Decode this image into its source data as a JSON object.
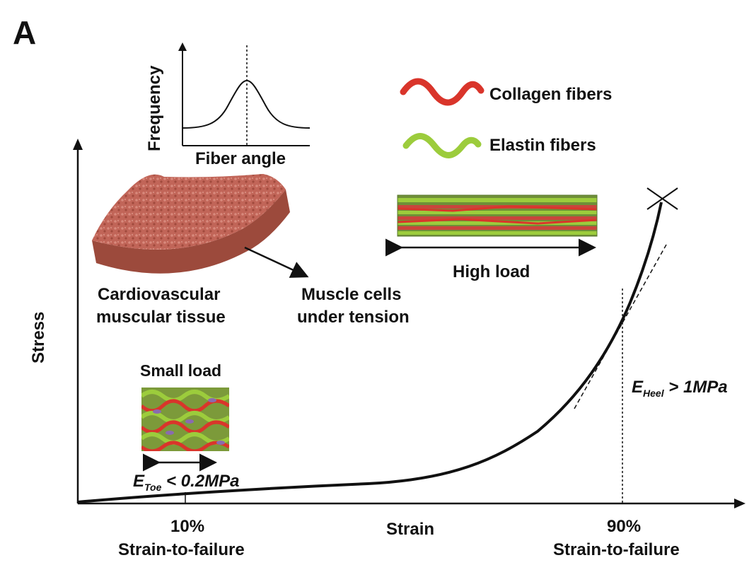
{
  "panel_label": "A",
  "inset": {
    "ylabel": "Frequency",
    "xlabel": "Fiber angle"
  },
  "legend": {
    "collagen": {
      "label": "Collagen fibers",
      "color": "#d9352b"
    },
    "elastin": {
      "label": "Elastin fibers",
      "color": "#9ccc3c"
    }
  },
  "tissue": {
    "label_line1": "Cardiovascular",
    "label_line2": "muscular tissue",
    "cells_line1": "Muscle cells",
    "cells_line2": "under tension",
    "color": "#c0695a"
  },
  "high_load": {
    "label": "High load"
  },
  "small_load": {
    "label": "Small load"
  },
  "axes": {
    "ylabel": "Stress",
    "xlabel": "Strain"
  },
  "modulus_toe": {
    "E": "E",
    "sub": "Toe",
    "rest": " < 0.2MPa"
  },
  "modulus_heel": {
    "E": "E",
    "sub": "Heel",
    "rest": " > 1MPa"
  },
  "tick_10": {
    "value": "10%",
    "caption": "Strain-to-failure"
  },
  "tick_90": {
    "value": "90%",
    "caption": "Strain-to-failure"
  }
}
